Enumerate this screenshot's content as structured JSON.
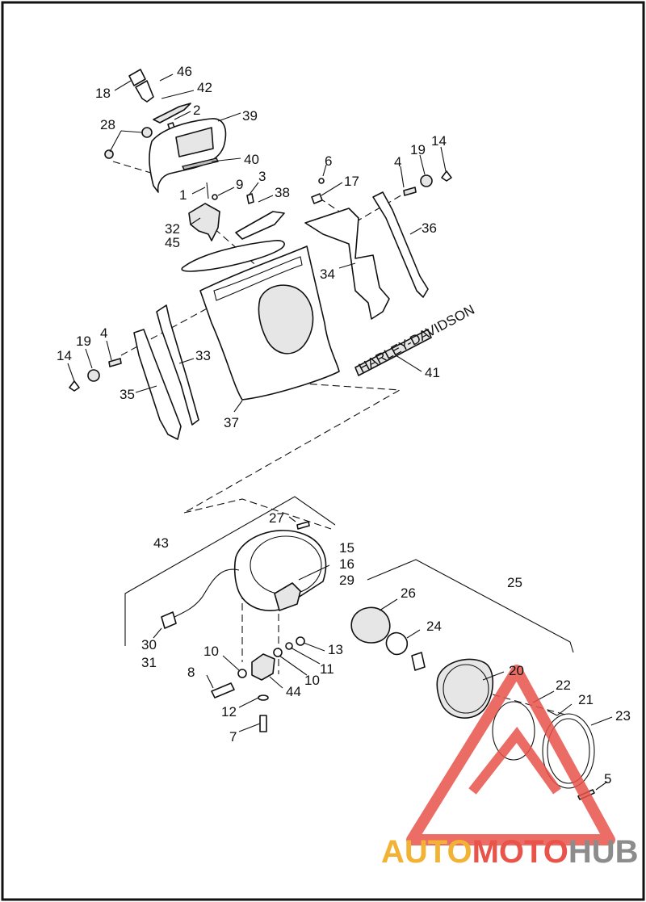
{
  "callouts": [
    {
      "id": "46",
      "label": "46"
    },
    {
      "id": "18",
      "label": "18"
    },
    {
      "id": "42",
      "label": "42"
    },
    {
      "id": "2",
      "label": "2"
    },
    {
      "id": "39",
      "label": "39"
    },
    {
      "id": "28",
      "label": "28"
    },
    {
      "id": "40",
      "label": "40"
    },
    {
      "id": "1",
      "label": "1"
    },
    {
      "id": "9",
      "label": "9"
    },
    {
      "id": "3",
      "label": "3"
    },
    {
      "id": "38",
      "label": "38"
    },
    {
      "id": "32",
      "label": "32"
    },
    {
      "id": "45",
      "label": "45"
    },
    {
      "id": "6",
      "label": "6"
    },
    {
      "id": "17",
      "label": "17"
    },
    {
      "id": "4a",
      "label": "4"
    },
    {
      "id": "19a",
      "label": "19"
    },
    {
      "id": "14a",
      "label": "14"
    },
    {
      "id": "36",
      "label": "36"
    },
    {
      "id": "34",
      "label": "34"
    },
    {
      "id": "14b",
      "label": "14"
    },
    {
      "id": "19b",
      "label": "19"
    },
    {
      "id": "4b",
      "label": "4"
    },
    {
      "id": "33",
      "label": "33"
    },
    {
      "id": "35",
      "label": "35"
    },
    {
      "id": "37",
      "label": "37"
    },
    {
      "id": "41",
      "label": "41"
    },
    {
      "id": "27",
      "label": "27"
    },
    {
      "id": "43",
      "label": "43"
    },
    {
      "id": "15",
      "label": "15"
    },
    {
      "id": "16",
      "label": "16"
    },
    {
      "id": "29",
      "label": "29"
    },
    {
      "id": "25",
      "label": "25"
    },
    {
      "id": "26",
      "label": "26"
    },
    {
      "id": "24",
      "label": "24"
    },
    {
      "id": "30",
      "label": "30"
    },
    {
      "id": "31",
      "label": "31"
    },
    {
      "id": "10a",
      "label": "10"
    },
    {
      "id": "13",
      "label": "13"
    },
    {
      "id": "11",
      "label": "11"
    },
    {
      "id": "10b",
      "label": "10"
    },
    {
      "id": "8",
      "label": "8"
    },
    {
      "id": "44",
      "label": "44"
    },
    {
      "id": "20",
      "label": "20"
    },
    {
      "id": "22",
      "label": "22"
    },
    {
      "id": "21",
      "label": "21"
    },
    {
      "id": "23",
      "label": "23"
    },
    {
      "id": "12",
      "label": "12"
    },
    {
      "id": "7",
      "label": "7"
    },
    {
      "id": "5",
      "label": "5"
    }
  ],
  "embossed_text": "HARLEY-DAVIDSON",
  "watermark": {
    "part1": "AUTO",
    "part2": "MOTO",
    "part3": "HUB",
    "colors": {
      "auto": "#f2b233",
      "moto": "#e8534a",
      "hub": "#8c8c8c",
      "triangle": "#e8534a"
    }
  },
  "colors": {
    "line": "#111111",
    "background": "#ffffff",
    "frame": "#111111"
  }
}
